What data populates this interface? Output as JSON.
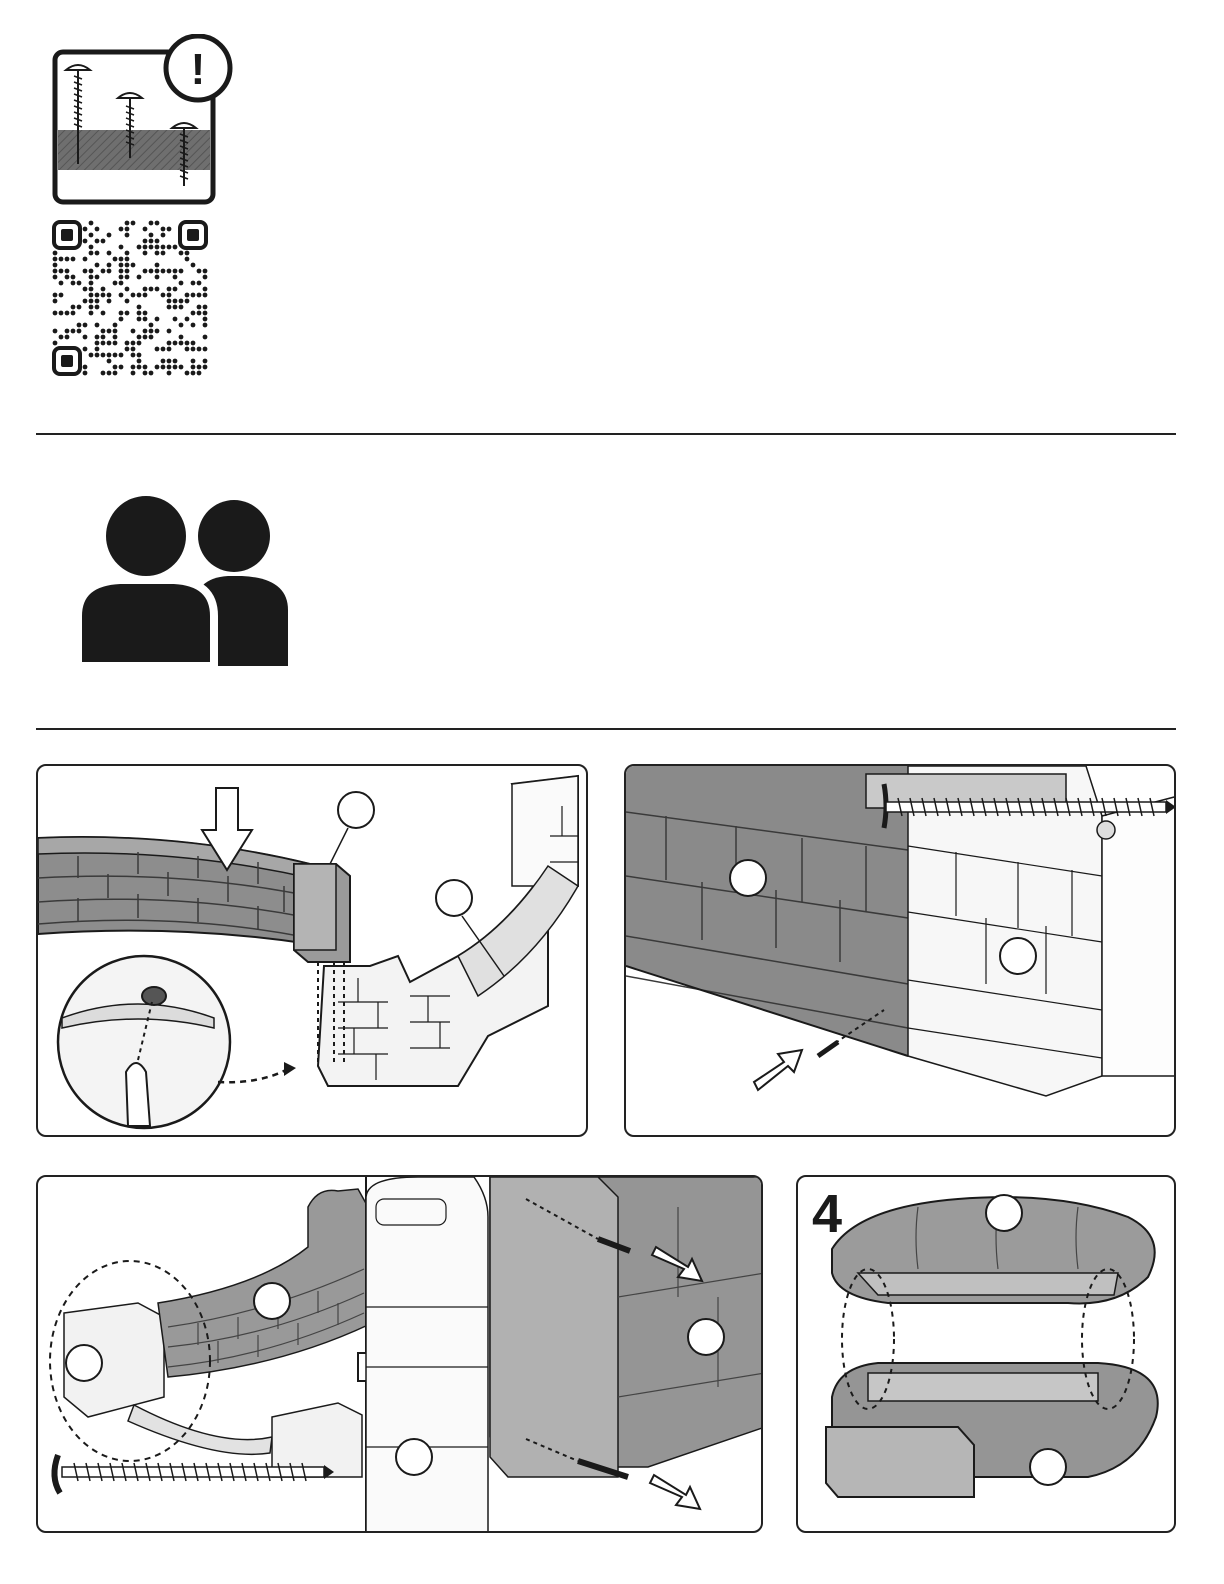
{
  "page": {
    "background": "#ffffff",
    "ink": "#1a1a1a",
    "mid_gray": "#9a9a9a",
    "light_gray": "#ececec"
  },
  "warning_box": {
    "icon": "screw-depth-warning-icon",
    "badge_glyph": "!"
  },
  "qr_code": {
    "icon": "qr-code"
  },
  "people_section": {
    "icon": "two-people-icon"
  },
  "steps": [
    {
      "id": "step-1",
      "icon": "wall-alignment-illustration"
    },
    {
      "id": "step-2",
      "icon": "screw-attachment-illustration"
    },
    {
      "id": "step-3",
      "icon": "wall-screwing-illustration"
    },
    {
      "id": "step-4",
      "number": "4",
      "icon": "base-assembly-illustration"
    }
  ]
}
